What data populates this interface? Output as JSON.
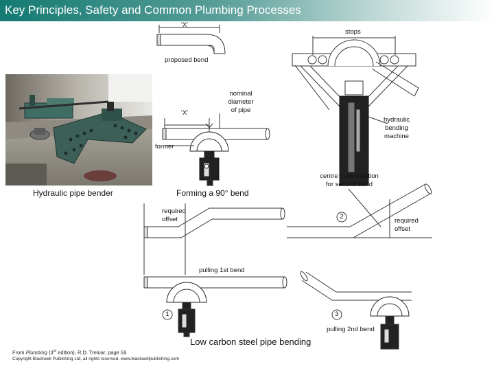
{
  "title": "Key Principles, Safety and Common Plumbing Processes",
  "labels": {
    "x_top": "'X'",
    "proposed_bend": "proposed bend",
    "x_mid": "'X'",
    "nominal": "nominal",
    "diameter": "diameter",
    "of_pipe": "of pipe",
    "stops": "stops",
    "hydraulic": "hydraulic",
    "bending": "bending",
    "machine": "machine",
    "former": "former",
    "centre_mark_1": "centre mark location",
    "centre_mark_2": "for second bend",
    "required_left": "required",
    "offset_left": "offset",
    "required_right": "required",
    "offset_right": "offset",
    "pulling_1st": "pulling 1st bend",
    "pulling_2nd": "pulling 2nd bend",
    "step1": "1",
    "step2": "2",
    "step3": "3"
  },
  "captions": {
    "hydraulic_pipe_bender": "Hydraulic pipe bender",
    "forming_90": "Forming a 90° bend",
    "main": "Low carbon steel pipe bending"
  },
  "source": {
    "prefix": "From ",
    "book": "Plumbing",
    "edition_open": " (3",
    "edition_sup": "rd",
    "rest": " edition), R.D. Treloar, page 59",
    "copyright": "Copyright Blackwell Publishing Ltd, all rights reserved. www.blackwellpublishing.com"
  },
  "colors": {
    "title_gradient_start": "#137a72",
    "title_text": "#ffffff"
  }
}
